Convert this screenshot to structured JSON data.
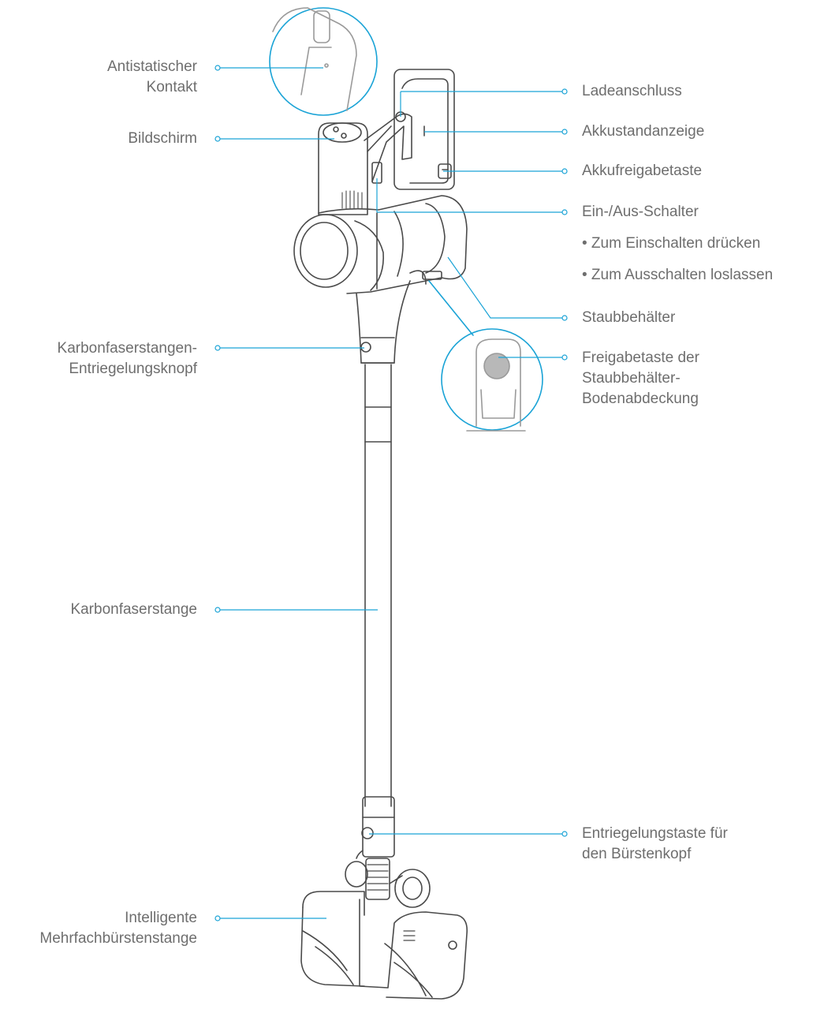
{
  "colors": {
    "callout": "#1aa3d6",
    "outline": "#4a4a4a",
    "text": "#6e6e6e",
    "mid_gray": "#9a9a9a"
  },
  "labels": {
    "antistatic": [
      "Antistatischer",
      "Kontakt"
    ],
    "screen": [
      "Bildschirm"
    ],
    "rod_release": [
      "Karbonfaserstangen-",
      "Entriegelungsknopf"
    ],
    "rod": [
      "Karbonfaserstange"
    ],
    "brush_bar": [
      "Intelligente",
      "Mehrfachbürstenstange"
    ],
    "charging_port": [
      "Ladeanschluss"
    ],
    "battery_indicator": [
      "Akkustandanzeige"
    ],
    "battery_release": [
      "Akkufreigabetaste"
    ],
    "power_switch": [
      "Ein-/Aus-Schalter"
    ],
    "power_press": [
      "• Zum Einschalten drücken"
    ],
    "power_release": [
      "• Zum Ausschalten loslassen"
    ],
    "dust_bin": [
      "Staubbehälter"
    ],
    "bin_cover_release": [
      "Freigabetaste der",
      "Staubbehälter-",
      "Bodenabdeckung"
    ],
    "brush_head_release": [
      "Entriegelungstaste für",
      "den Bürstenkopf"
    ]
  }
}
